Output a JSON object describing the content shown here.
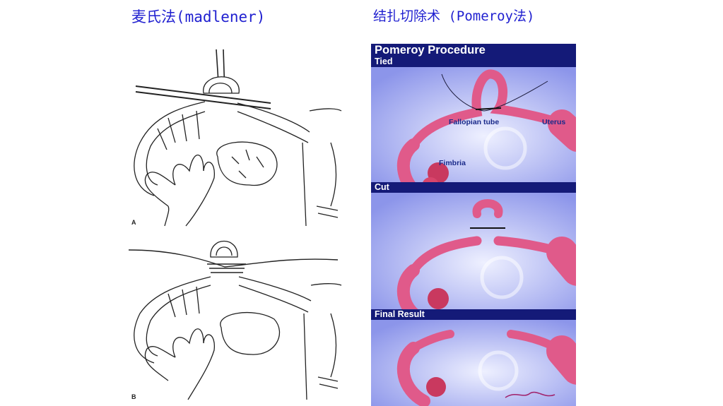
{
  "titles": {
    "left": "麦氏法(madlener)",
    "right": "结扎切除术 (Pomeroy法)"
  },
  "figure_letters": {
    "a": "A",
    "b": "B"
  },
  "pomeroy": {
    "main_title": "Pomeroy Procedure",
    "panels": {
      "tied": "Tied",
      "cut": "Cut",
      "final": "Final Result"
    },
    "labels": {
      "fallopian_tube": "Fallopian tube",
      "uterus": "Uterus",
      "fimbria": "Fimbria"
    }
  },
  "colors": {
    "title_blue": "#1f1fd0",
    "header_navy": "#141a78",
    "tissue_pink": "#e05a8a",
    "panel_bg": "#c9cff8"
  }
}
